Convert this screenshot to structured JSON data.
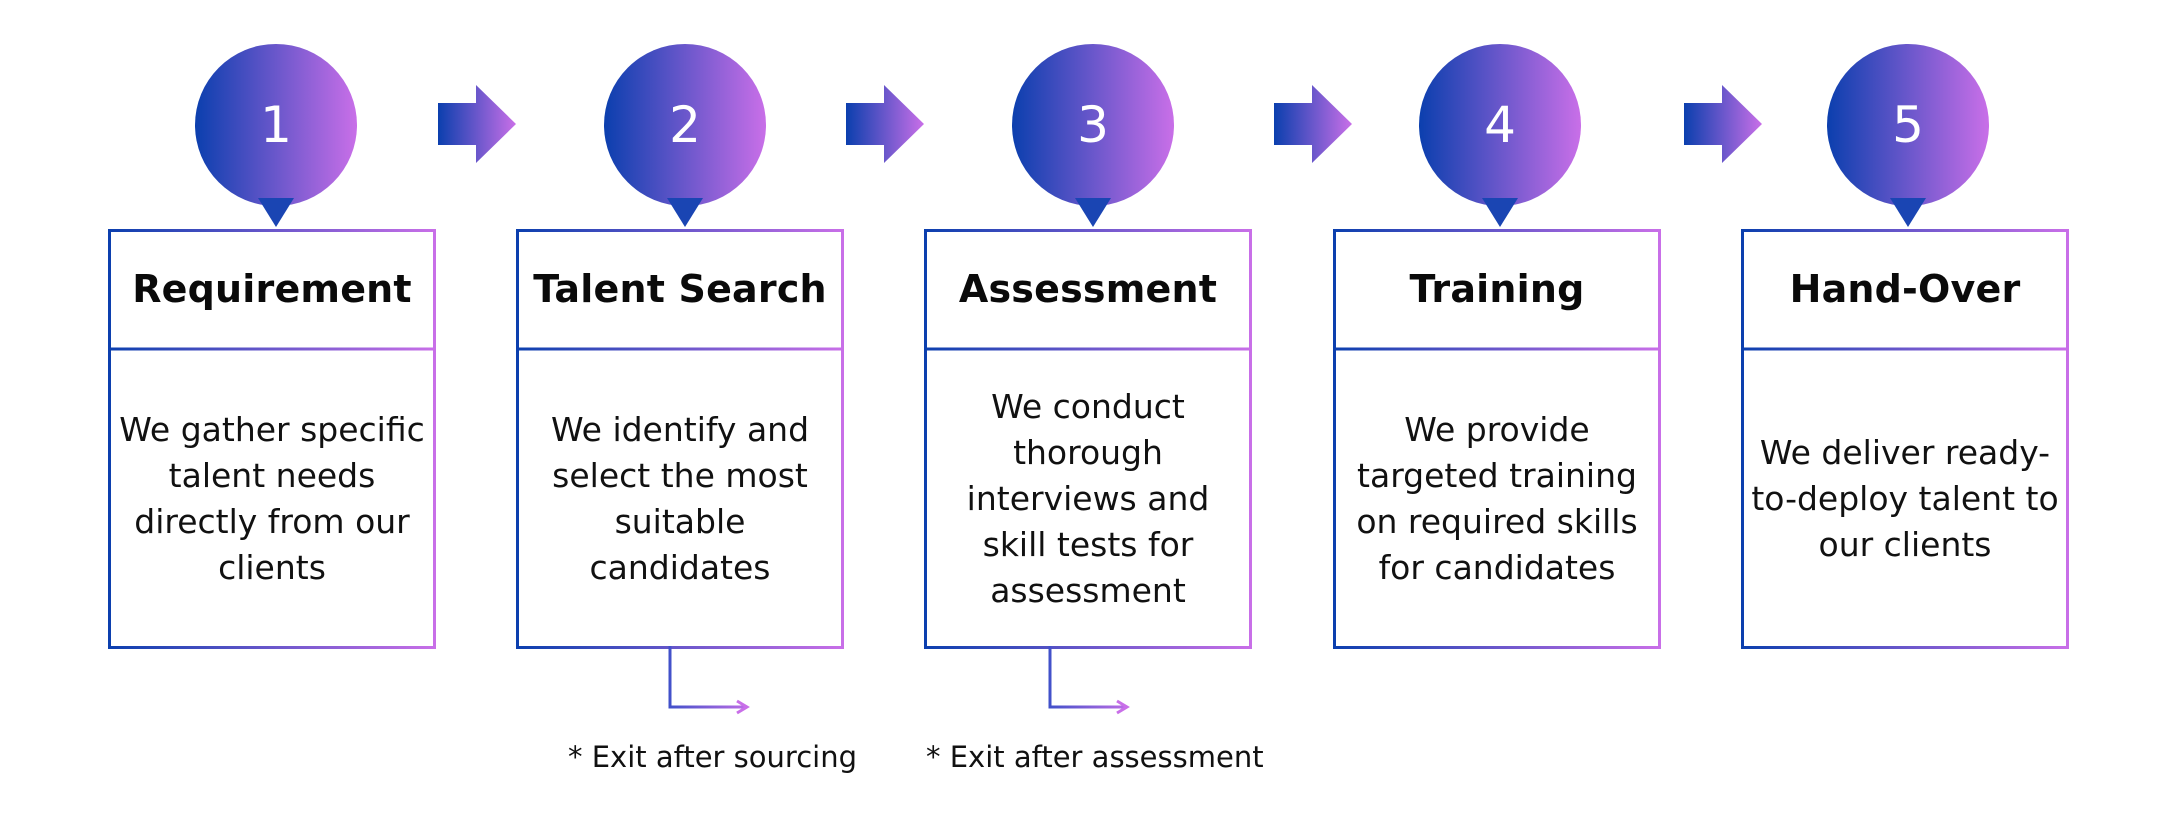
{
  "colors": {
    "gradient_start": "#0b3fae",
    "gradient_end": "#c96fe8"
  },
  "steps": [
    {
      "number": "1",
      "title": "Requirement",
      "description": "We gather specific talent needs directly from our clients"
    },
    {
      "number": "2",
      "title": "Talent Search",
      "description": "We identify and select the most suitable candidates"
    },
    {
      "number": "3",
      "title": "Assessment",
      "description": "We conduct thorough interviews and skill tests for assessment"
    },
    {
      "number": "4",
      "title": "Training",
      "description": "We provide targeted training on required skills for candidates"
    },
    {
      "number": "5",
      "title": "Hand-Over",
      "description": "We deliver ready-to-deploy talent to our clients"
    }
  ],
  "exits": [
    {
      "label": "* Exit after sourcing"
    },
    {
      "label": "* Exit after assessment"
    }
  ],
  "icons": {
    "step_connector": "right-arrow-icon",
    "exit_connector": "elbow-arrow-icon"
  }
}
